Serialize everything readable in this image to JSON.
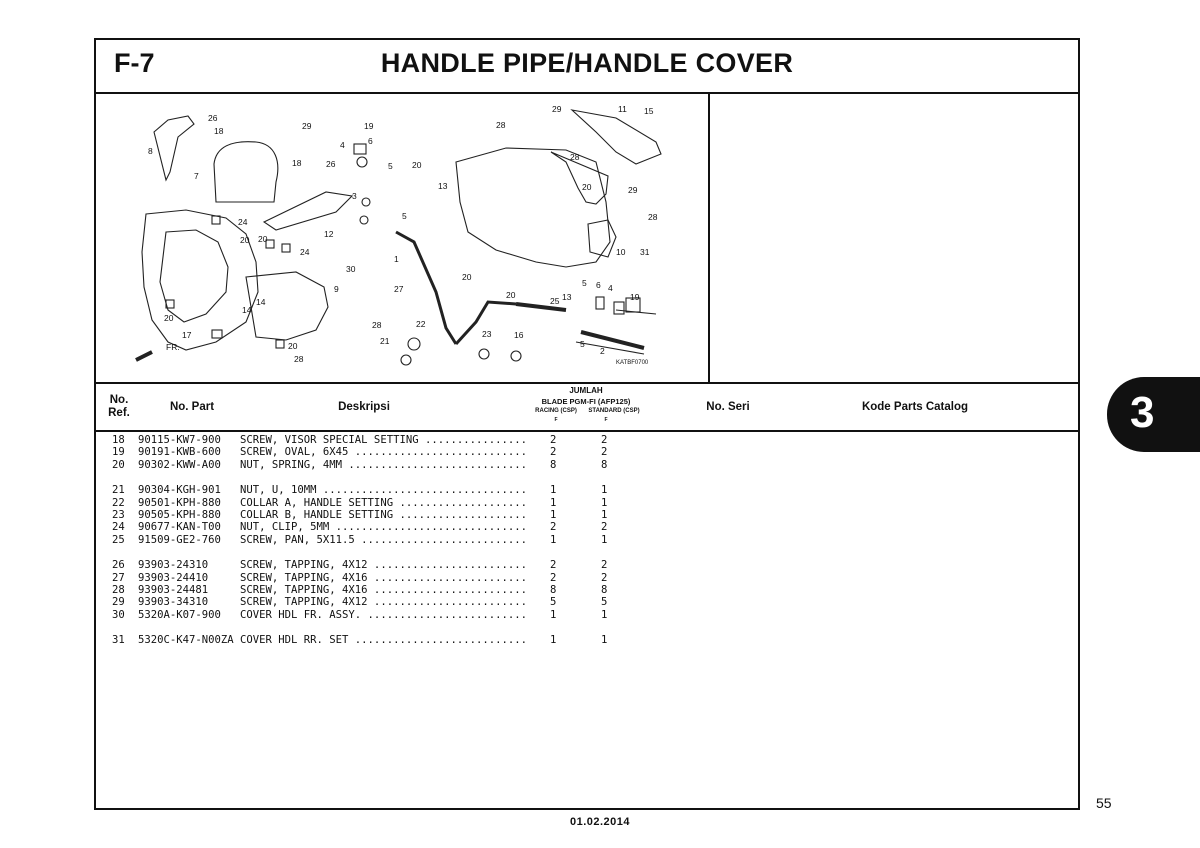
{
  "header": {
    "section_code": "F-7",
    "title": "HANDLE PIPE/HANDLE COVER"
  },
  "diagram": {
    "labels": [
      "26",
      "18",
      "8",
      "7",
      "18",
      "29",
      "19",
      "6",
      "4",
      "5",
      "26",
      "3",
      "5",
      "1",
      "12",
      "24",
      "20",
      "20",
      "24",
      "30",
      "9",
      "14",
      "14",
      "20",
      "17",
      "FR.",
      "20",
      "28",
      "28",
      "27",
      "22",
      "21",
      "23",
      "16",
      "29",
      "11",
      "15",
      "28",
      "20",
      "28",
      "13",
      "20",
      "29",
      "28",
      "10",
      "31",
      "20",
      "20",
      "25",
      "13",
      "5",
      "6",
      "4",
      "19",
      "5",
      "2"
    ],
    "code": "KATBF0700"
  },
  "table_header": {
    "no_ref": "No.\nRef.",
    "no_part": "No. Part",
    "deskripsi": "Deskripsi",
    "jumlah": "JUMLAH",
    "model": "BLADE PGM-FI (AFP125)",
    "racing": "RACING (CSP)",
    "standard": "STANDARD (CSP)",
    "f1": "F",
    "f2": "F",
    "no_seri": "No. Seri",
    "kode_parts": "Kode Parts Catalog"
  },
  "parts": [
    {
      "ref": "18",
      "part": "90115-KW7-900",
      "desc": "SCREW, VISOR SPECIAL SETTING ................",
      "q1": "2",
      "q2": "2"
    },
    {
      "ref": "19",
      "part": "90191-KWB-600",
      "desc": "SCREW, OVAL, 6X45 ...........................",
      "q1": "2",
      "q2": "2"
    },
    {
      "ref": "20",
      "part": "90302-KWW-A00",
      "desc": "NUT, SPRING, 4MM ............................",
      "q1": "8",
      "q2": "8"
    },
    {
      "ref": "21",
      "part": "90304-KGH-901",
      "desc": "NUT, U, 10MM ................................",
      "q1": "1",
      "q2": "1"
    },
    {
      "ref": "22",
      "part": "90501-KPH-880",
      "desc": "COLLAR A, HANDLE SETTING ....................",
      "q1": "1",
      "q2": "1"
    },
    {
      "ref": "23",
      "part": "90505-KPH-880",
      "desc": "COLLAR B, HANDLE SETTING ....................",
      "q1": "1",
      "q2": "1"
    },
    {
      "ref": "24",
      "part": "90677-KAN-T00",
      "desc": "NUT, CLIP, 5MM ..............................",
      "q1": "2",
      "q2": "2"
    },
    {
      "ref": "25",
      "part": "91509-GE2-760",
      "desc": "SCREW, PAN, 5X11.5 ..........................",
      "q1": "1",
      "q2": "1"
    },
    {
      "ref": "26",
      "part": "93903-24310",
      "desc": "SCREW, TAPPING, 4X12 ........................",
      "q1": "2",
      "q2": "2"
    },
    {
      "ref": "27",
      "part": "93903-24410",
      "desc": "SCREW, TAPPING, 4X16 ........................",
      "q1": "2",
      "q2": "2"
    },
    {
      "ref": "28",
      "part": "93903-24481",
      "desc": "SCREW, TAPPING, 4X16 ........................",
      "q1": "8",
      "q2": "8"
    },
    {
      "ref": "29",
      "part": "93903-34310",
      "desc": "SCREW, TAPPING, 4X12 ........................",
      "q1": "5",
      "q2": "5"
    },
    {
      "ref": "30",
      "part": "5320A-K07-900",
      "desc": "COVER HDL FR. ASSY. .........................",
      "q1": "1",
      "q2": "1"
    },
    {
      "ref": "31",
      "part": "5320C-K47-N00ZA",
      "desc": "COVER HDL RR. SET ...........................",
      "q1": "1",
      "q2": "1"
    }
  ],
  "chapter": "3",
  "page_number": "55",
  "date": "01.02.2014"
}
